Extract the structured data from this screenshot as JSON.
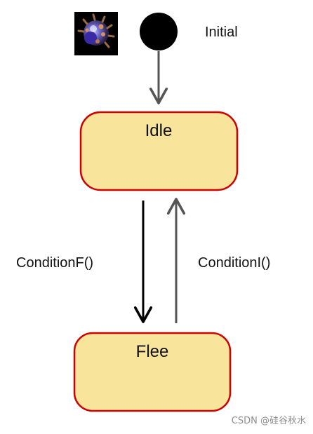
{
  "diagram": {
    "initial_label": "Initial",
    "states": {
      "idle": {
        "label": "Idle"
      },
      "flee": {
        "label": "Flee"
      }
    },
    "transitions": {
      "to_flee": {
        "label": "ConditionF()"
      },
      "to_idle": {
        "label": "ConditionI()"
      }
    },
    "sprite_icon": "spiked-creature-icon"
  },
  "watermark": "CSDN @硅谷秋水",
  "colors": {
    "state_fill": "#f8e49b",
    "state_border": "#d00000",
    "initial_node": "#000000",
    "arrow_dark": "#000000",
    "arrow_gray": "#555555",
    "sprite_background": "#000000"
  }
}
